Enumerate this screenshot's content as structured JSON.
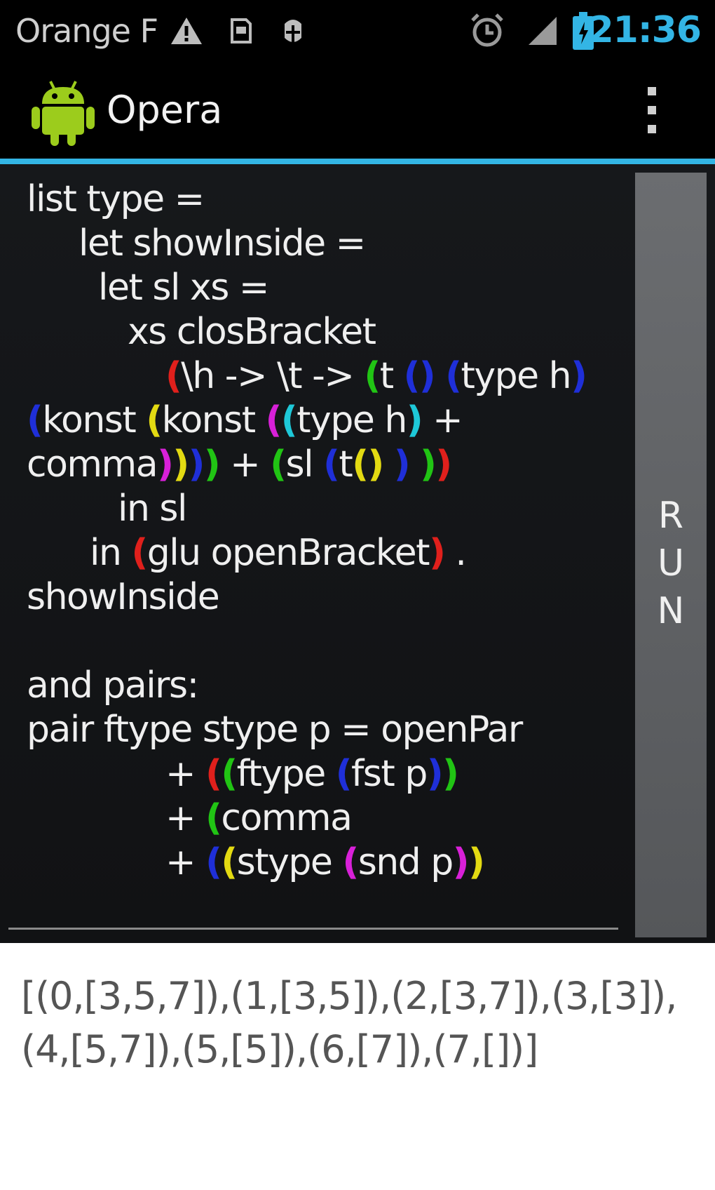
{
  "status_bar": {
    "carrier": "Orange F",
    "time": "21:36",
    "icons": [
      "warning-icon",
      "sd-card-icon",
      "usb-debug-icon",
      "alarm-icon",
      "signal-icon",
      "battery-icon"
    ]
  },
  "action_bar": {
    "title": "Opera",
    "logo": "android-logo",
    "overflow": "overflow-menu-icon"
  },
  "editor": {
    "run_letters": [
      "R",
      "U",
      "N"
    ],
    "paren_colors": {
      "red": "#e0201c",
      "green": "#21c414",
      "blue": "#1f2fd8",
      "yellow": "#e3da12",
      "magenta": "#d820d8",
      "cyan": "#1ec8d8"
    },
    "lines": [
      [
        {
          "t": "list type ="
        }
      ],
      [
        {
          "t": "let showInside ="
        }
      ],
      [
        {
          "t": "let sl xs ="
        }
      ],
      [
        {
          "t": "xs closBracket"
        }
      ],
      [
        {
          "t": "(",
          "c": "red"
        },
        {
          "t": "\\h -> \\t -> "
        },
        {
          "t": "(",
          "c": "green"
        },
        {
          "t": "t "
        },
        {
          "t": "()",
          "c": "blue"
        },
        {
          "t": " "
        },
        {
          "t": "(",
          "c": "blue"
        },
        {
          "t": "type h"
        },
        {
          "t": ")",
          "c": "blue"
        }
      ],
      [
        {
          "t": "(",
          "c": "blue"
        },
        {
          "t": "konst "
        },
        {
          "t": "(",
          "c": "yellow"
        },
        {
          "t": "konst "
        },
        {
          "t": "(",
          "c": "magenta"
        },
        {
          "t": "(",
          "c": "cyan"
        },
        {
          "t": "type h"
        },
        {
          "t": ")",
          "c": "cyan"
        },
        {
          "t": " +"
        }
      ],
      [
        {
          "t": "comma"
        },
        {
          "t": ")",
          "c": "magenta"
        },
        {
          "t": ")",
          "c": "yellow"
        },
        {
          "t": ")",
          "c": "blue"
        },
        {
          "t": ")",
          "c": "green"
        },
        {
          "t": " + "
        },
        {
          "t": "(",
          "c": "green"
        },
        {
          "t": "sl "
        },
        {
          "t": "(",
          "c": "blue"
        },
        {
          "t": "t"
        },
        {
          "t": "()",
          "c": "yellow"
        },
        {
          "t": " "
        },
        {
          "t": ")",
          "c": "blue"
        },
        {
          "t": " "
        },
        {
          "t": ")",
          "c": "green"
        },
        {
          "t": ")",
          "c": "red"
        }
      ],
      [
        {
          "t": "in sl"
        }
      ],
      [
        {
          "t": "in "
        },
        {
          "t": "(",
          "c": "red"
        },
        {
          "t": "glu openBracket"
        },
        {
          "t": ")",
          "c": "red"
        },
        {
          "t": " ."
        }
      ],
      [
        {
          "t": "showInside"
        }
      ],
      [
        {
          "t": ""
        }
      ],
      [
        {
          "t": "and pairs:"
        }
      ],
      [
        {
          "t": "pair ftype stype p = openPar"
        }
      ],
      [
        {
          "t": "+ "
        },
        {
          "t": "(",
          "c": "red"
        },
        {
          "t": "(",
          "c": "green"
        },
        {
          "t": "ftype "
        },
        {
          "t": "(",
          "c": "blue"
        },
        {
          "t": "fst p"
        },
        {
          "t": ")",
          "c": "blue"
        },
        {
          "t": ")",
          "c": "green"
        }
      ],
      [
        {
          "t": "+ "
        },
        {
          "t": "(",
          "c": "green"
        },
        {
          "t": "comma"
        }
      ],
      [
        {
          "t": "+ "
        },
        {
          "t": "(",
          "c": "blue"
        },
        {
          "t": "(",
          "c": "yellow"
        },
        {
          "t": "stype "
        },
        {
          "t": "(",
          "c": "magenta"
        },
        {
          "t": "snd p"
        },
        {
          "t": ")",
          "c": "magenta"
        },
        {
          "t": ")",
          "c": "yellow"
        }
      ]
    ]
  },
  "output": {
    "text": "[(0,[3,5,7]),(1,[3,5]),(2,[3,7]),(3,[3]),(4,[5,7]),(5,[5]),(6,[7]),(7,[])]"
  }
}
